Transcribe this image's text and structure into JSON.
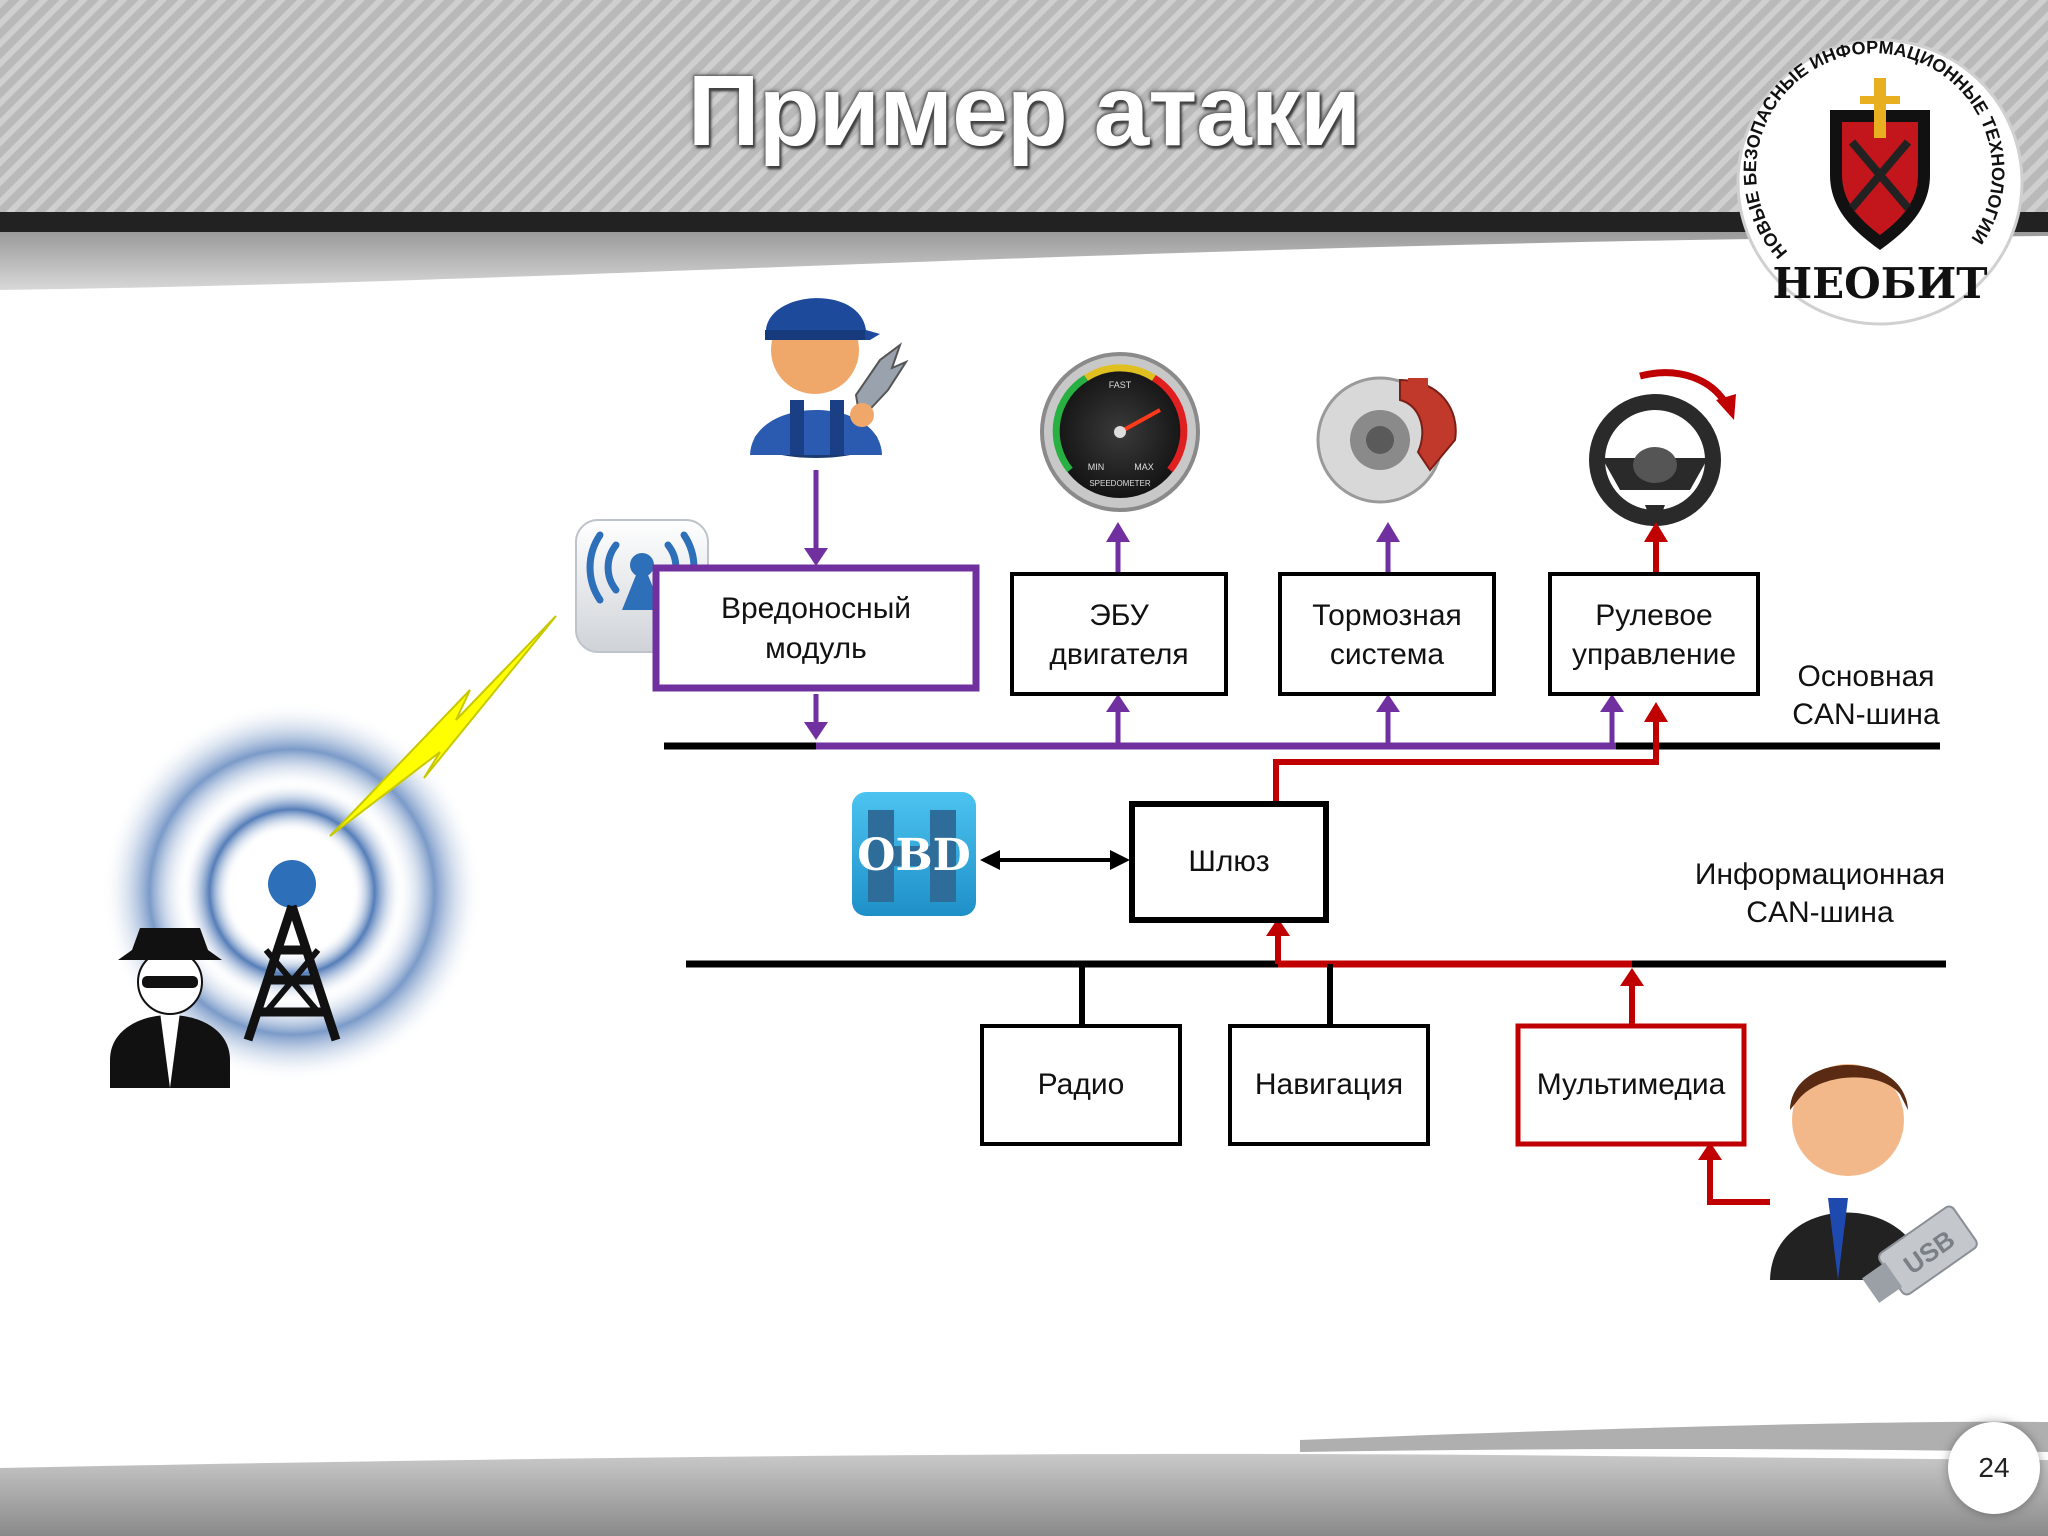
{
  "slide": {
    "title": "Пример атаки",
    "page_number": "24"
  },
  "logo": {
    "arc_text": "НОВЫЕ БЕЗОПАСНЫЕ ИНФОРМАЦИОННЫЕ ТЕХНОЛОГИИ",
    "brand": "НЕОБИТ"
  },
  "diagram": {
    "nodes": {
      "malicious_module": [
        "Вредоносный",
        "модуль"
      ],
      "engine_ecu": [
        "ЭБУ",
        "двигателя"
      ],
      "brake_system": [
        "Тормозная",
        "система"
      ],
      "steering": [
        "Рулевое",
        "управление"
      ],
      "gateway": "Шлюз",
      "radio": "Радио",
      "navigation": "Навигация",
      "multimedia": "Мультимедиа",
      "obd_badge": "OBD",
      "usb_label": "USB"
    },
    "buses": {
      "main_can": [
        "Основная",
        "CAN-шина"
      ],
      "info_can": [
        "Информационная",
        "CAN-шина"
      ]
    },
    "gauge": {
      "top": "FAST",
      "min": "MIN",
      "max": "MAX",
      "name": "SPEEDOMETER"
    }
  },
  "colors": {
    "purple_path": "#7030a0",
    "red_path": "#c00000",
    "bus_line": "#000000",
    "lightning": "#ffff00",
    "obd_blue": "#2aa7e0",
    "wifi_blue": "#2d6fb8"
  }
}
